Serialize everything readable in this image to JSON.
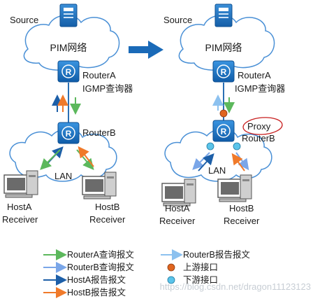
{
  "left": {
    "source_label": "Source",
    "network_label": "PIM网络",
    "router_a_label": "RouterA",
    "querier_label": "IGMP查询器",
    "router_b_label": "RouterB",
    "lan_label": "LAN",
    "host_a_label": "HostA",
    "host_a_role": "Receiver",
    "host_b_label": "HostB",
    "host_b_role": "Receiver"
  },
  "right": {
    "source_label": "Source",
    "network_label": "PIM网络",
    "router_a_label": "RouterA",
    "querier_label": "IGMP查询器",
    "proxy_label": "Proxy",
    "router_b_label": "RouterB",
    "lan_label": "LAN",
    "host_a_label": "HostA",
    "host_a_role": "Receiver",
    "host_b_label": "HostB",
    "host_b_role": "Receiver"
  },
  "legend": {
    "routera_query": "RouterA查询报文",
    "routerb_query": "RouterB查询报文",
    "hosta_report": "HostA报告报文",
    "hostb_report": "HostB报告报文",
    "routerb_report": "RouterB报告报文",
    "upstream_interface": "上游接口",
    "downstream_interface": "下游接口"
  },
  "watermark": "https://blog.csdn.net/dragon11123123",
  "colors": {
    "router_fill": "#1a73c2",
    "cloud_edge": "#4a90d6",
    "link": "#2a6fb4",
    "routera_query": "#5cb85c",
    "routerb_query": "#7aa6e8",
    "hosta_report": "#1d5fa8",
    "hostb_report": "#f07a2a",
    "routerb_report": "#8cc1ef",
    "upstream_interface": "#e0651f",
    "downstream_interface": "#5bc4ea",
    "proxy_circle": "#c81f1f"
  }
}
